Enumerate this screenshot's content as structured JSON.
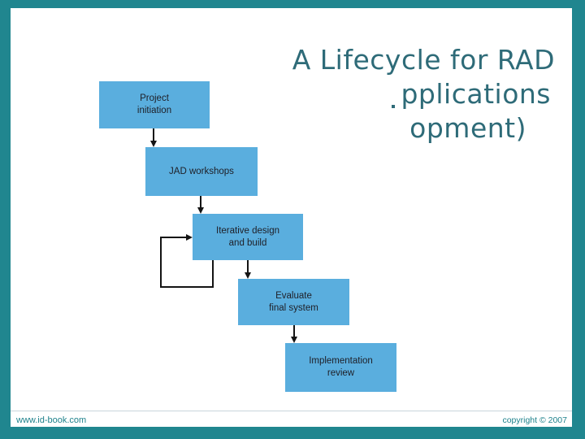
{
  "slide": {
    "title": {
      "lines": [
        "A Lifecycle for RAD",
        "pplications",
        "opment)"
      ]
    },
    "flow": {
      "boxes": [
        {
          "label": "Project\ninitiation"
        },
        {
          "label": "JAD workshops"
        },
        {
          "label": "Iterative design\nand build"
        },
        {
          "label": "Evaluate\nfinal system"
        },
        {
          "label": "Implementation\nreview"
        }
      ]
    },
    "footer": {
      "left": "www.id-book.com",
      "right": "copyright © 2007"
    }
  },
  "colors": {
    "frame-teal": "#20868F",
    "title-teal": "#2E6B78",
    "box-blue": "#5AAEDE",
    "box-text": "#1E1E26",
    "footer-teal": "#1E828C",
    "arrow": "#141414",
    "divider": "#C9D5DC"
  }
}
